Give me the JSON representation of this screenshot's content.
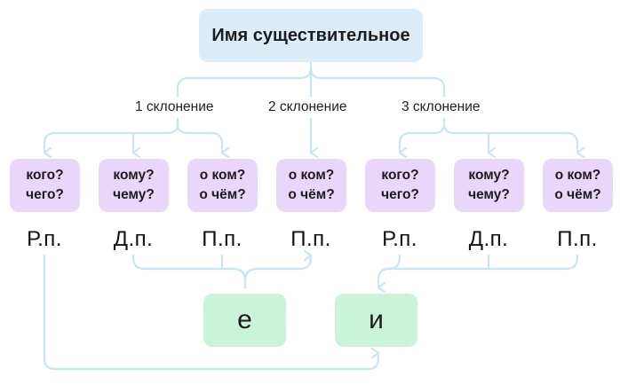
{
  "root": {
    "label": "Имя существительное"
  },
  "declensions": [
    {
      "label": "1 склонение"
    },
    {
      "label": "2 склонение"
    },
    {
      "label": "3 склонение"
    }
  ],
  "questions": [
    {
      "line1": "кого?",
      "line2": "чего?"
    },
    {
      "line1": "кому?",
      "line2": "чему?"
    },
    {
      "line1": "о ком?",
      "line2": "о чём?"
    },
    {
      "line1": "о ком?",
      "line2": "о чём?"
    },
    {
      "line1": "кого?",
      "line2": "чего?"
    },
    {
      "line1": "кому?",
      "line2": "чему?"
    },
    {
      "line1": "о ком?",
      "line2": "о чём?"
    }
  ],
  "cases": [
    "Р.п.",
    "Д.п.",
    "П.п.",
    "П.п.",
    "Р.п.",
    "Д.п.",
    "П.п."
  ],
  "endings": {
    "e": "е",
    "i": "и"
  },
  "colors": {
    "connector": "#c8e6f0",
    "root_fill": "#dcedf8",
    "question_fill": "#e8d7f9",
    "ending_fill": "#c9f4da"
  }
}
